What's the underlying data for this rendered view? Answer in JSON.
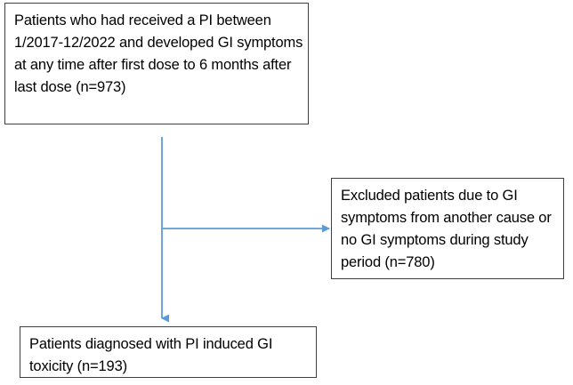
{
  "figure": {
    "type": "flowchart",
    "orientation": "top-to-bottom-with-side-branch",
    "background_color": "#ffffff",
    "box_border_color": "#3f3f3f",
    "arrow_color": "#5b9bd5",
    "text_color": "#000000"
  },
  "nodes": {
    "cohort": {
      "id": "cohort",
      "role": "source-population",
      "text": "Patients who had received a PI between 1/2017-12/2022 and developed GI symptoms at any time after first dose to 6 months after last dose (n=973)",
      "count_label": "n=973",
      "count": 973,
      "date_range": "1/2017-12/2022"
    },
    "excluded": {
      "id": "excluded",
      "role": "exclusion",
      "text": "Excluded patients due to GI symptoms from another cause or no GI symptoms during study period (n=780)",
      "count_label": "n=780",
      "count": 780
    },
    "included": {
      "id": "included",
      "role": "final-cohort",
      "text": "Patients diagnosed with PI induced GI toxicity (n=193)",
      "count_label": "n=193",
      "count": 193
    }
  },
  "connectors": [
    {
      "id": "cohort-to-included",
      "from": "cohort",
      "to": "included",
      "direction": "down",
      "label": ""
    },
    {
      "id": "cohort-to-excluded",
      "from": "cohort",
      "to": "excluded",
      "direction": "right",
      "label": ""
    }
  ]
}
